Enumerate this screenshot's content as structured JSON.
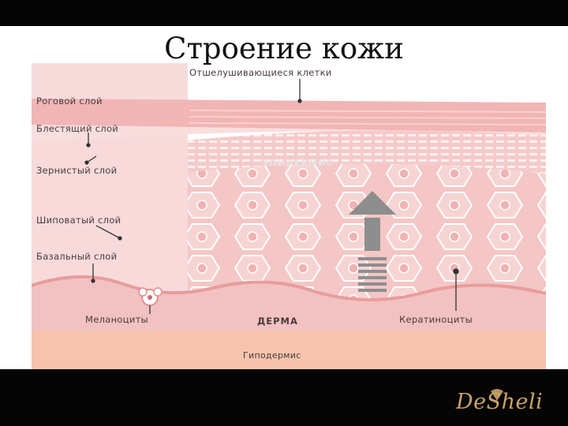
{
  "slide": {
    "title": "Строение кожи"
  },
  "diagram": {
    "labels": {
      "exfoliating": "Отшелушивающиеся клетки",
      "stratum_corneum": "Роговой слой",
      "stratum_lucidum": "Блестящий слой",
      "stratum_granulosum": "Зернистый слой",
      "stratum_spinosum": "Шиповатый слой",
      "stratum_basale": "Базальный слой",
      "epidermis": "ЭПИДЕРМИС",
      "melanocytes": "Меланоциты",
      "dermis": "ДЕРМА",
      "keratinocytes": "Кератиноциты",
      "hypodermis": "Гиподермис"
    },
    "colors": {
      "corneum": "#f2b9b9",
      "lucidum": "#f7d3d3",
      "cells": "#f6c3c3",
      "dermis": "#f3c9c9",
      "hypodermis": "#f6c3ad",
      "arrow": "#8e8e8e"
    }
  },
  "logo": {
    "text": "DeSheli",
    "color": "#c9a36a"
  }
}
